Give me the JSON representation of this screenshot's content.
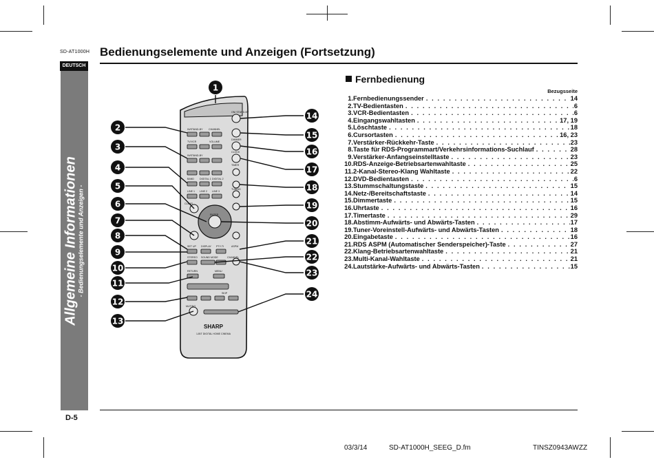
{
  "header": {
    "model": "SD-AT1000H",
    "title": "Bedienungselemente und Anzeigen (Fortsetzung)",
    "language_tab": "DEUTSCH"
  },
  "sidebar": {
    "main": "Allgemeine Informationen",
    "sub": "- Bedienungselemente und Anzeigen -"
  },
  "page_number": "D-5",
  "footer": {
    "date": "03/3/14",
    "file": "SD-AT1000H_SEEG_D.fm",
    "code": "TINSZ0943AWZZ"
  },
  "section": {
    "title": "Fernbedienung",
    "ref_header": "Bezugsseite"
  },
  "remote": {
    "brand": "SHARP",
    "model_line": "1-BIT DIGITAL HOME CINEMA",
    "labels": {
      "tv_onoff": "IN/STAND-BY",
      "channel": "CHANNEL",
      "on_standby": "ON/ STAND-BY",
      "tv_vcr": "TV/VCR",
      "volume": "VOLUME",
      "dimmer": "DIMMER",
      "vcr_onoff": "IN/STAND-BY",
      "clock": "CLOCK",
      "timer": "TIMER",
      "band": "BAND",
      "digital1": "DIGITAL 1",
      "digital2": "DIGITAL 2",
      "tuning": "TUNING",
      "line1": "LINE 1",
      "line2": "LINE 2",
      "line3": "LINE 3",
      "clear": "CLEAR",
      "enter": "ENTER",
      "set_up": "SET UP",
      "display": "DISPLAY",
      "pty_ti": "PTY-TI",
      "asps": "ASPM",
      "stereo": "STEREO",
      "sound_mode": "SOUND MODE",
      "channel2": "CHANNEL",
      "return": "RETURN",
      "menu": "MENU",
      "mute": "MUTING",
      "skip": "SKIP"
    },
    "callouts": [
      "1",
      "2",
      "3",
      "4",
      "5",
      "6",
      "7",
      "8",
      "9",
      "10",
      "11",
      "12",
      "13",
      "14",
      "15",
      "16",
      "17",
      "18",
      "19",
      "20",
      "21",
      "22",
      "23",
      "24"
    ]
  },
  "toc": [
    {
      "num": "1.",
      "text": "Fernbedienungssender",
      "page": "14"
    },
    {
      "num": "2.",
      "text": "TV-Bedientasten",
      "page": "6"
    },
    {
      "num": "3.",
      "text": "VCR-Bedientasten",
      "page": "6"
    },
    {
      "num": "4.",
      "text": "Eingangswahltasten",
      "page": "17, 19"
    },
    {
      "num": "5.",
      "text": "Löschtaste",
      "page": "18"
    },
    {
      "num": "6.",
      "text": "Cursortasten",
      "page": "16, 23"
    },
    {
      "num": "7.",
      "text": "Verstärker-Rückkehr-Taste",
      "page": "23"
    },
    {
      "num": "8.",
      "text": "Taste für RDS-Programmart/Verkehrsinformations-Suchlauf",
      "page": "28"
    },
    {
      "num": "9.",
      "text": "Verstärker-Anfangseinstelltaste",
      "page": "23"
    },
    {
      "num": "10.",
      "text": "RDS-Anzeige-Betriebsartenwahltaste",
      "page": "25"
    },
    {
      "num": "11.",
      "text": "2-Kanal-Stereo-Klang Wahltaste",
      "page": "22"
    },
    {
      "num": "12.",
      "text": "DVD-Bedientasten",
      "page": "6"
    },
    {
      "num": "13.",
      "text": "Stummschaltungstaste",
      "page": "15"
    },
    {
      "num": "14.",
      "text": "Netz-/Bereitschaftstaste",
      "page": "14"
    },
    {
      "num": "15.",
      "text": "Dimmertaste",
      "page": "15"
    },
    {
      "num": "16.",
      "text": "Uhrtaste",
      "page": "16"
    },
    {
      "num": "17.",
      "text": "Timertaste",
      "page": "29"
    },
    {
      "num": "18.",
      "text": "Abstimm-Aufwärts- und Abwärts-Tasten",
      "page": "17"
    },
    {
      "num": "19.",
      "text": "Tuner-Voreinstell-Aufwärts- und Abwärts-Tasten",
      "page": "18"
    },
    {
      "num": "20.",
      "text": "Eingabetaste",
      "page": "16"
    },
    {
      "num": "21.",
      "text": "RDS ASPM (Automatischer Senderspeicher)-Taste",
      "page": "27"
    },
    {
      "num": "22.",
      "text": "Klang-Betriebsartenwahltaste",
      "page": "21"
    },
    {
      "num": "23.",
      "text": "Multi-Kanal-Wahltaste",
      "page": "21"
    },
    {
      "num": "24.",
      "text": "Lautstärke-Aufwärts- und Abwärts-Tasten",
      "page": "15"
    }
  ]
}
